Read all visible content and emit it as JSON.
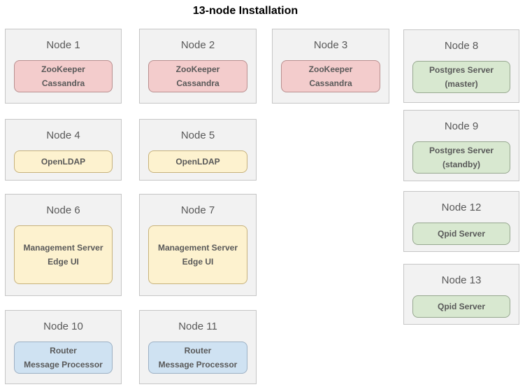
{
  "title": "13-node Installation",
  "colors": {
    "node_box_bg": "#f2f2f2",
    "node_box_border": "#c6c6c6",
    "pink_bg": "#f3cccc",
    "pink_border": "#b98f8f",
    "yellow_bg": "#fdf2cf",
    "yellow_border": "#c7b27c",
    "green_bg": "#d8e8d0",
    "green_border": "#97a890",
    "blue_bg": "#cfe2f2",
    "blue_border": "#9cb0c4",
    "label_text": "#595959",
    "title_text": "#000000"
  },
  "nodes": [
    {
      "label": "Node 1",
      "color": "pink",
      "services": [
        "ZooKeeper",
        "Cassandra"
      ]
    },
    {
      "label": "Node 2",
      "color": "pink",
      "services": [
        "ZooKeeper",
        "Cassandra"
      ]
    },
    {
      "label": "Node 3",
      "color": "pink",
      "services": [
        "ZooKeeper",
        "Cassandra"
      ]
    },
    {
      "label": "Node 8",
      "color": "green",
      "services": [
        "Postgres Server",
        "(master)"
      ]
    },
    {
      "label": "Node 4",
      "color": "yellow",
      "services": [
        "OpenLDAP"
      ]
    },
    {
      "label": "Node 5",
      "color": "yellow",
      "services": [
        "OpenLDAP"
      ]
    },
    {
      "label": "Node 9",
      "color": "green",
      "services": [
        "Postgres Server",
        "(standby)"
      ]
    },
    {
      "label": "Node 6",
      "color": "yellow",
      "services": [
        "Management Server",
        "Edge UI"
      ]
    },
    {
      "label": "Node 7",
      "color": "yellow",
      "services": [
        "Management Server",
        "Edge UI"
      ]
    },
    {
      "label": "Node 12",
      "color": "green",
      "services": [
        "Qpid Server"
      ]
    },
    {
      "label": "Node 13",
      "color": "green",
      "services": [
        "Qpid Server"
      ]
    },
    {
      "label": "Node 10",
      "color": "blue",
      "services": [
        "Router",
        "Message Processor"
      ]
    },
    {
      "label": "Node 11",
      "color": "blue",
      "services": [
        "Router",
        "Message Processor"
      ]
    }
  ]
}
